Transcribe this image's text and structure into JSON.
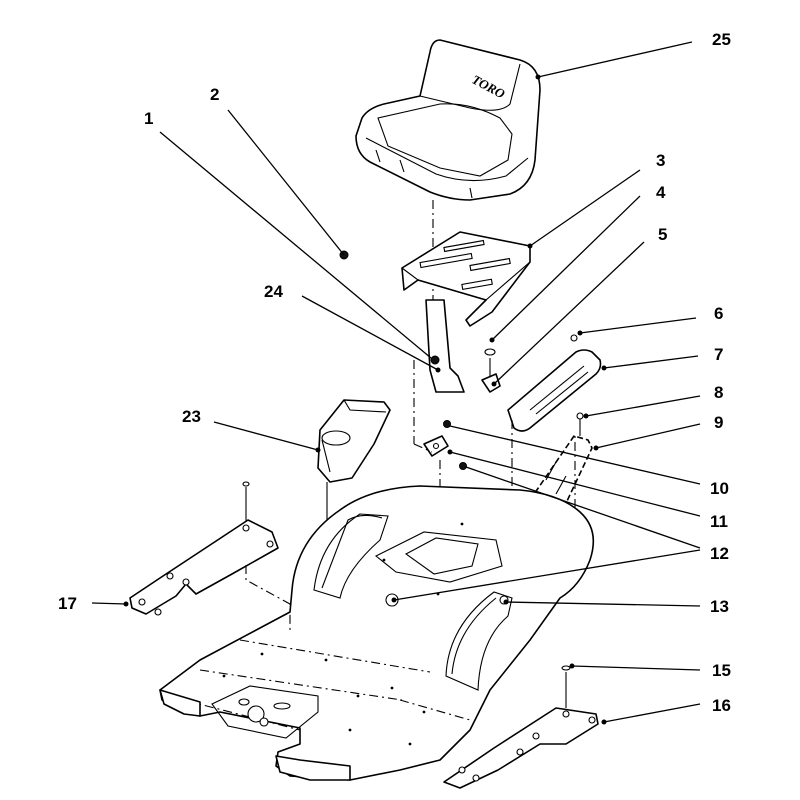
{
  "brand_text": "TORO",
  "callouts": [
    {
      "id": "25",
      "label": "25"
    },
    {
      "id": "2",
      "label": "2"
    },
    {
      "id": "1",
      "label": "1"
    },
    {
      "id": "3",
      "label": "3"
    },
    {
      "id": "4",
      "label": "4"
    },
    {
      "id": "5",
      "label": "5"
    },
    {
      "id": "24",
      "label": "24"
    },
    {
      "id": "6",
      "label": "6"
    },
    {
      "id": "7",
      "label": "7"
    },
    {
      "id": "8",
      "label": "8"
    },
    {
      "id": "9",
      "label": "9"
    },
    {
      "id": "23",
      "label": "23"
    },
    {
      "id": "10",
      "label": "10"
    },
    {
      "id": "11",
      "label": "11"
    },
    {
      "id": "12",
      "label": "12"
    },
    {
      "id": "13",
      "label": "13"
    },
    {
      "id": "17",
      "label": "17"
    },
    {
      "id": "15",
      "label": "15"
    },
    {
      "id": "16",
      "label": "16"
    }
  ]
}
